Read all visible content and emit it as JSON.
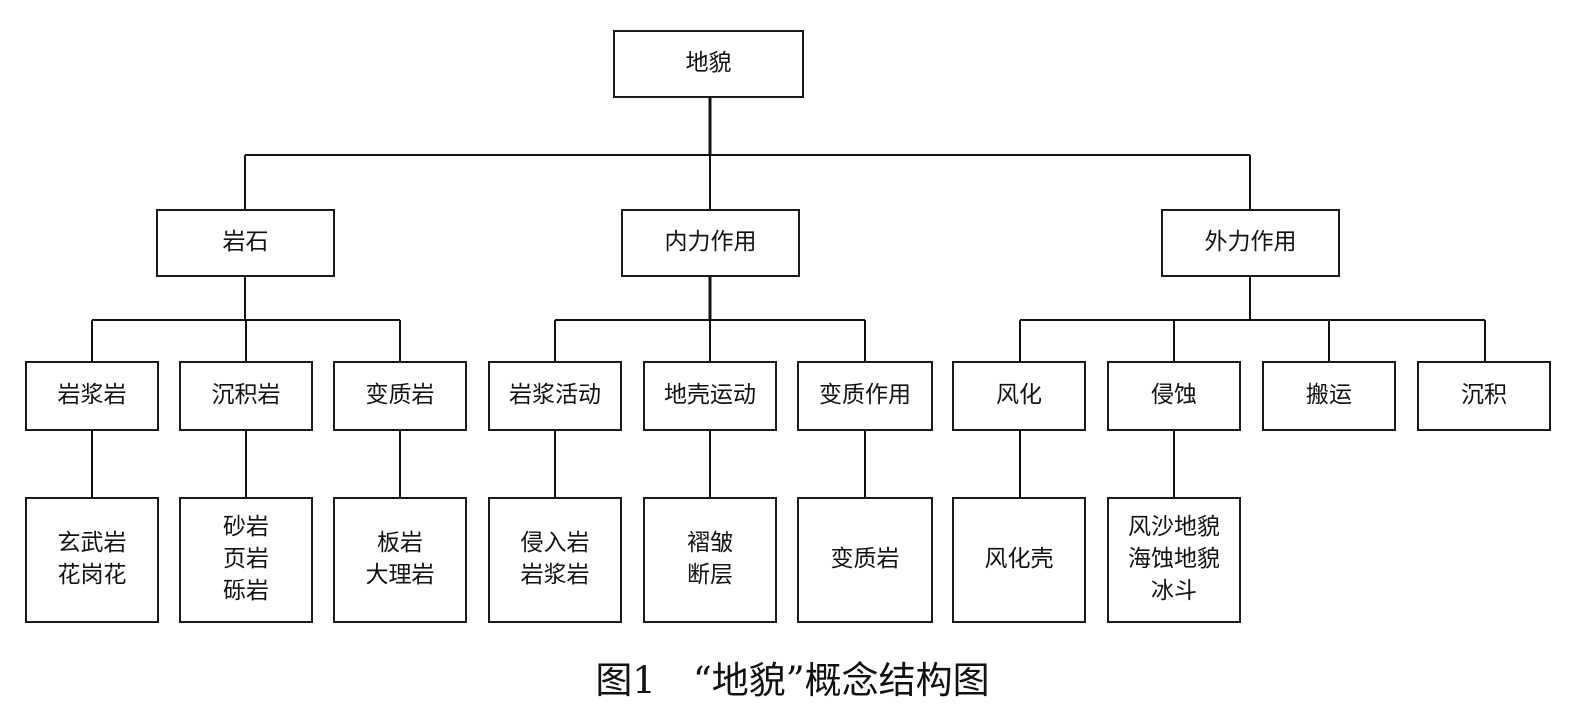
{
  "root": {
    "label": "地貌"
  },
  "categories": [
    {
      "label": "岩石"
    },
    {
      "label": "内力作用"
    },
    {
      "label": "外力作用"
    }
  ],
  "level2": [
    {
      "label": "岩浆岩"
    },
    {
      "label": "沉积岩"
    },
    {
      "label": "变质岩"
    },
    {
      "label": "岩浆活动"
    },
    {
      "label": "地壳运动"
    },
    {
      "label": "变质作用"
    },
    {
      "label": "风化"
    },
    {
      "label": "侵蚀"
    },
    {
      "label": "搬运"
    },
    {
      "label": "沉积"
    }
  ],
  "level3": [
    {
      "label": "玄武岩\n花岗花"
    },
    {
      "label": "砂岩\n页岩\n砾岩"
    },
    {
      "label": "板岩\n大理岩"
    },
    {
      "label": "侵入岩\n岩浆岩"
    },
    {
      "label": "褶皱\n断层"
    },
    {
      "label": "变质岩"
    },
    {
      "label": "风化壳"
    },
    {
      "label": "风沙地貌\n海蚀地貌\n冰斗"
    }
  ],
  "caption": "图1　“地貌”概念结构图"
}
